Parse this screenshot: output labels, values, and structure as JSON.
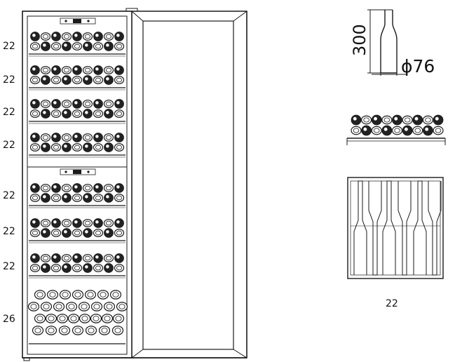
{
  "shelf_capacities": [
    "22",
    "22",
    "22",
    "22",
    "22",
    "22",
    "22",
    "26"
  ],
  "bottle_dimensions": {
    "height": "300",
    "diameter": "ϕ76"
  },
  "rack_detail_caption": "22",
  "palette": {
    "line": "#1a1a1a",
    "bottle": "#222222",
    "background": "#ffffff"
  }
}
